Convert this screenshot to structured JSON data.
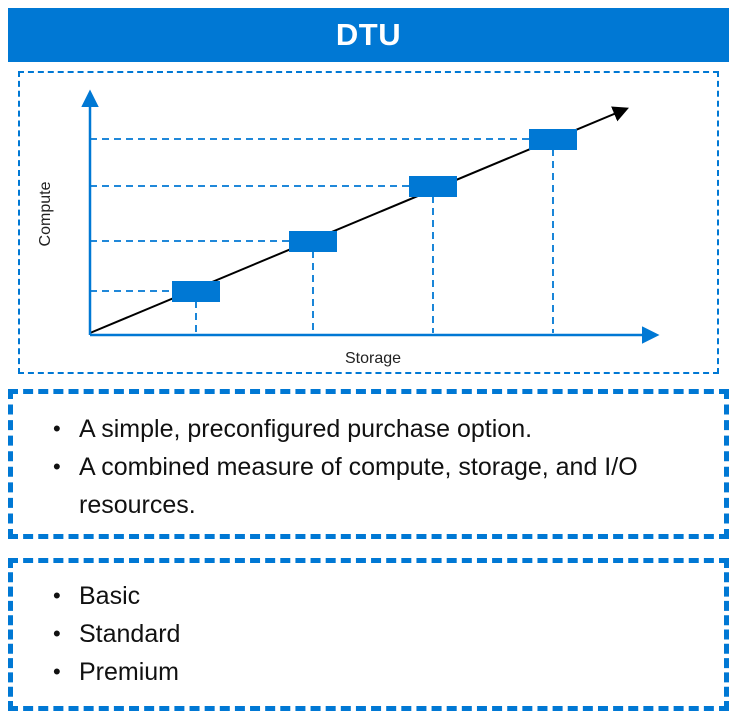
{
  "header": {
    "title": "DTU"
  },
  "chart": {
    "y_axis_label": "Compute",
    "x_axis_label": "Storage",
    "step_count": 4
  },
  "description": {
    "bullets": [
      "A simple, preconfigured purchase option.",
      "A combined measure of compute, storage, and I/O resources."
    ]
  },
  "tiers": {
    "bullets": [
      "Basic",
      "Standard",
      "Premium"
    ]
  },
  "colors": {
    "accent": "#0078d4",
    "diagonal-line": "#000000"
  }
}
